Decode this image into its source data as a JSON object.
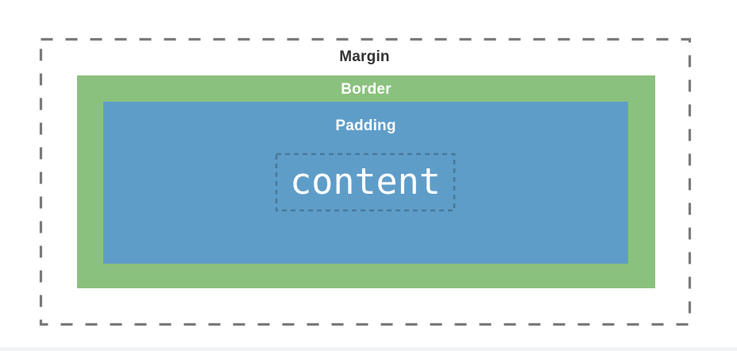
{
  "box_model": {
    "margin_label": "Margin",
    "border_label": "Border",
    "padding_label": "Padding",
    "content_label": "content",
    "colors": {
      "background": "#ffffff",
      "margin_dash": "#7a7a7a",
      "border_fill": "#8bc17e",
      "padding_fill": "#5f9dc9",
      "content_dash": "#4a7899",
      "margin_label_text": "#333333",
      "inner_label_text": "#ffffff",
      "bottom_strip": "#f2f3f5"
    }
  }
}
